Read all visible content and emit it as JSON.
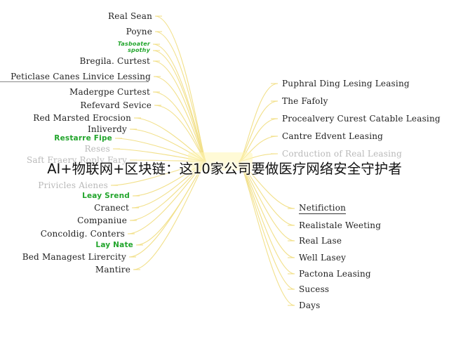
{
  "left_nodes": [
    "Real Sean",
    "Poyne",
    "Tasboater",
    "spothy",
    "Bregila. Curtest",
    "Peticlase Canes Linvice Lessing",
    "Madergpe Curtest",
    "Refevard Sevice",
    "Red Marsted Erocsion",
    "Inliverdy",
    "Restarre Fipe",
    "Reses",
    "Saft Fraery Roply Fary",
    "Privicles Aienes",
    "Leay Srend",
    "Cranect",
    "Companiue",
    "Concoldig. Conters",
    "Lay Nate",
    "Bed Managest Lirercity",
    "Mantire"
  ],
  "right_nodes": [
    "Puphral Ding Lesing Leasing",
    "The Fafoly",
    "Procealvery Curest Catable Leasing",
    "Cantre Edvent Leasing",
    "Corduction of Real Leasing",
    "Netifiction",
    "Realistale Weeting",
    "Real Lase",
    "Well Lasey",
    "Pactona Leasing",
    "Sucess",
    "Days"
  ],
  "overlay_title": "AI+物联网+区块链：这10家公司要做医疗网络安全守护者",
  "colors": {
    "branch": "#f2e08a",
    "center": "#fff6b4",
    "green_label": "#22a52c",
    "faded_label": "#b9b9b9"
  }
}
